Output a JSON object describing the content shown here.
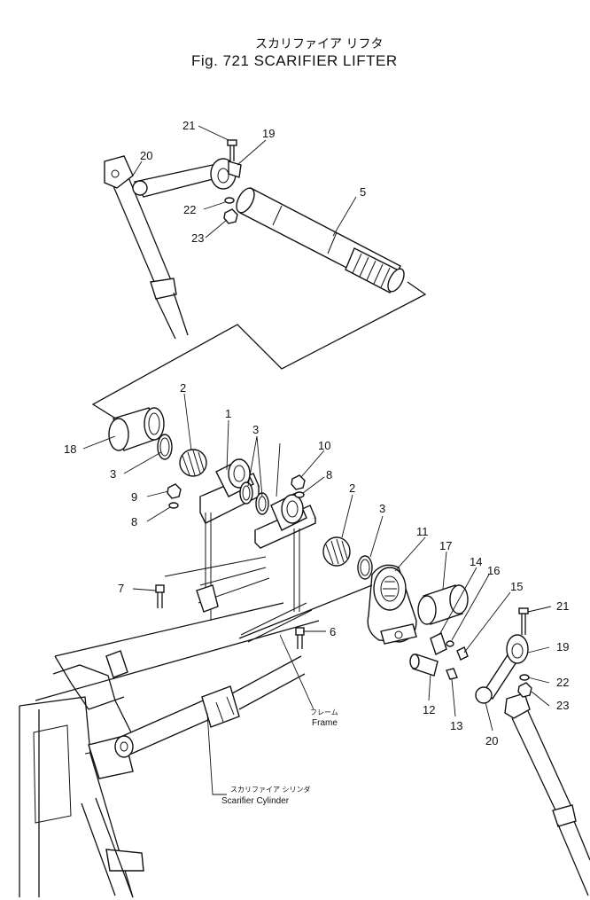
{
  "title": {
    "japanese": "スカリファイア リフタ",
    "english": "Fig. 721  SCARIFIER  LIFTER"
  },
  "labels": {
    "frame_jp": "フレーム",
    "frame_en": "Frame",
    "cylinder_jp": "スカリファイア シリンダ",
    "cylinder_en": "Scarifier  Cylinder"
  },
  "callouts": [
    "21",
    "19",
    "20",
    "22",
    "23",
    "5",
    "2",
    "18",
    "3",
    "1",
    "3",
    "10",
    "8",
    "9",
    "8",
    "2",
    "3",
    "11",
    "17",
    "14",
    "16",
    "15",
    "21",
    "19",
    "22",
    "23",
    "20",
    "7",
    "6",
    "12",
    "13"
  ]
}
